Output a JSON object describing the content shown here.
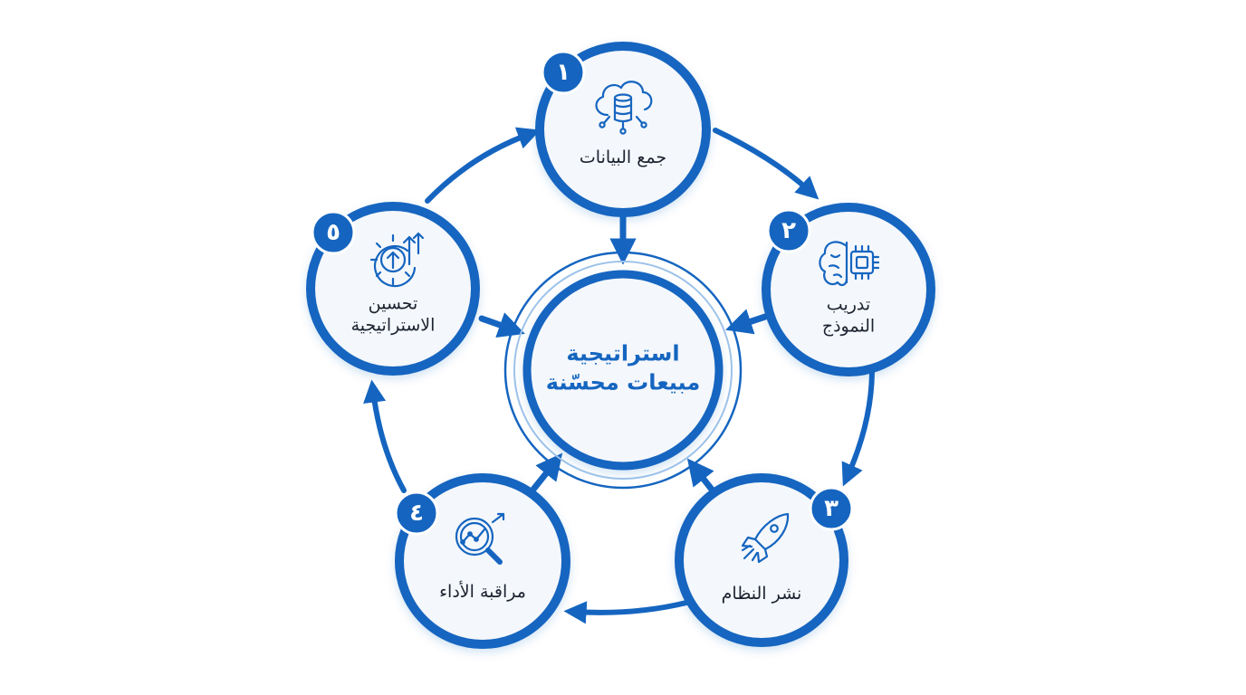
{
  "center": {
    "lines": [
      "استراتيجية",
      "مبيعات محسّنة"
    ]
  },
  "steps": [
    {
      "number": "١",
      "lines": [
        "جمع البيانات"
      ],
      "icon": "cloud-database-icon"
    },
    {
      "number": "٢",
      "lines": [
        "تدريب",
        "النموذج"
      ],
      "icon": "brain-chip-icon"
    },
    {
      "number": "٣",
      "lines": [
        "نشر النظام"
      ],
      "icon": "rocket-icon"
    },
    {
      "number": "٤",
      "lines": [
        "مراقبة الأداء"
      ],
      "icon": "magnifier-chart-icon"
    },
    {
      "number": "٥",
      "lines": [
        "تحسين",
        "الاستراتيجية"
      ],
      "icon": "gear-arrow-up-icon"
    }
  ],
  "colors": {
    "primary": "#1565c0",
    "ring_light": "#9ec3ea",
    "node_fill": "#f4f7fb",
    "text": "#1c2330"
  }
}
